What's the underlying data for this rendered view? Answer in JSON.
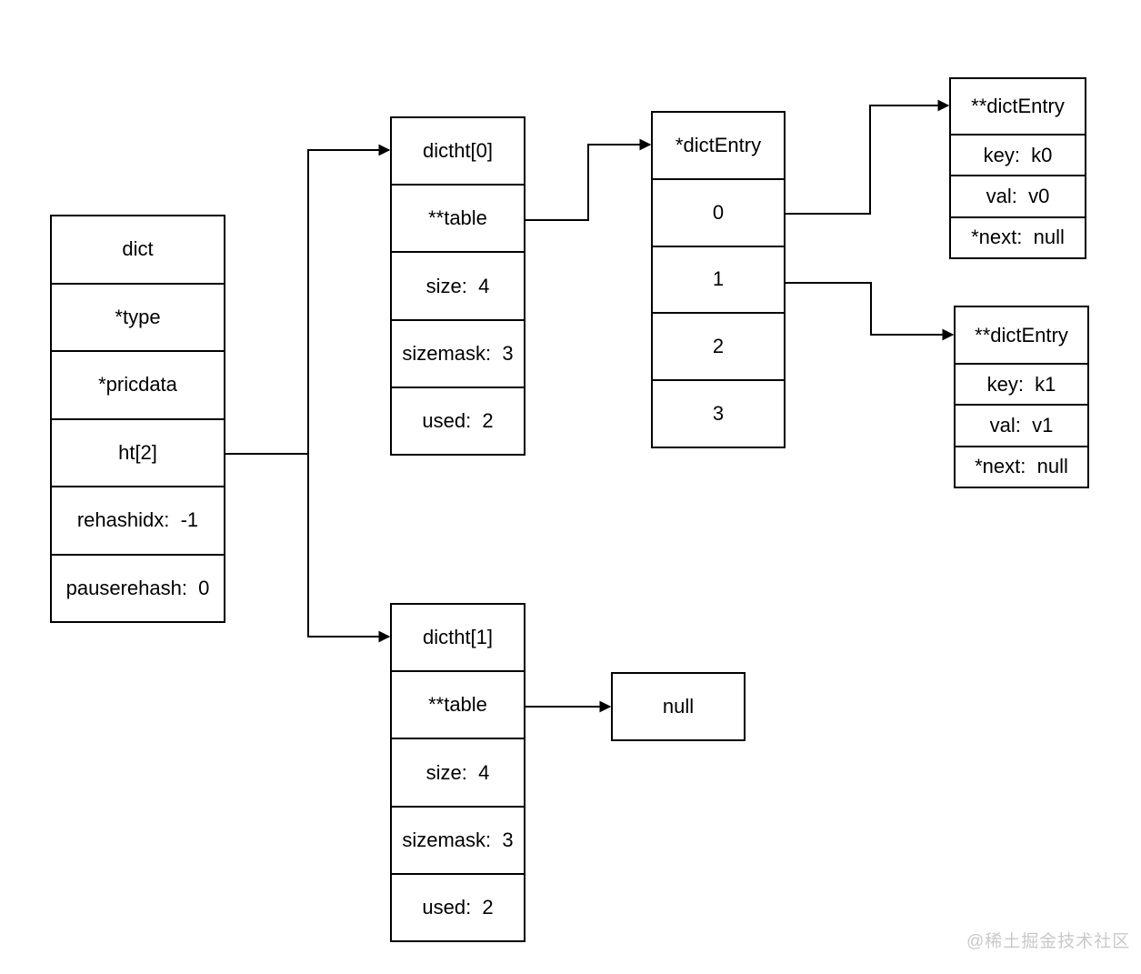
{
  "diagram": {
    "subject": "redis-dict-structure",
    "boxes": {
      "dict": {
        "cells": [
          "dict",
          "*type",
          "*pricdata",
          "ht[2]",
          "rehashidx:  -1",
          "pauserehash:  0"
        ]
      },
      "dictht0": {
        "cells": [
          "dictht[0]",
          "**table",
          "size:  4",
          "sizemask:  3",
          "used:  2"
        ]
      },
      "dictht1": {
        "cells": [
          "dictht[1]",
          "**table",
          "size:  4",
          "sizemask:  3",
          "used:  2"
        ]
      },
      "entry_array": {
        "cells": [
          "*dictEntry",
          "0",
          "1",
          "2",
          "3"
        ]
      },
      "entry0": {
        "cells": [
          "**dictEntry",
          "key:  k0",
          "val:  v0",
          "*next:  null"
        ]
      },
      "entry1": {
        "cells": [
          "**dictEntry",
          "key:  k1",
          "val:  v1",
          "*next:  null"
        ]
      },
      "null_box": {
        "label": "null"
      }
    },
    "connections": [
      "dict.ht[2] -> dictht[0]",
      "dict.ht[2] -> dictht[1]",
      "dictht[0].**table -> *dictEntry",
      "*dictEntry[0] -> **dictEntry(k0)",
      "*dictEntry[1] -> **dictEntry(k1)",
      "dictht[1].**table -> null"
    ],
    "colors": {
      "line": "#000000",
      "text": "#000000",
      "background": "#ffffff",
      "watermark": "#c9c9c9"
    }
  },
  "watermark": {
    "text": "@稀土掘金技术社区"
  }
}
